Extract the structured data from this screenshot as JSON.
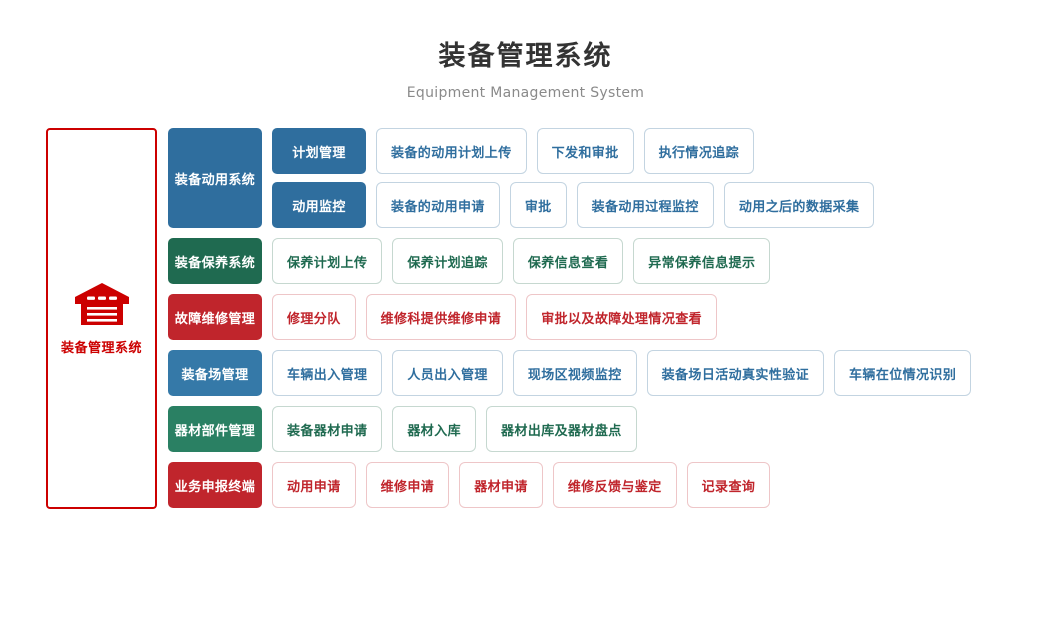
{
  "header": {
    "title_cn": "装备管理系统",
    "title_en": "Equipment Management System"
  },
  "left_panel": {
    "icon": "warehouse-icon",
    "label": "装备管理系统",
    "border_color": "#cc0000",
    "text_color": "#cc0000"
  },
  "colors": {
    "blue_dark": "#2f6e9e",
    "blue_mid": "#3579a8",
    "green_dark": "#1f6a50",
    "green_mid": "#2a8063",
    "red": "#c0252c",
    "outline_blue": "#c3d4e1",
    "outline_green": "#c6d8d0",
    "outline_red": "#eec6c8",
    "title": "#333333",
    "subtitle": "#8a8a8a"
  },
  "rows": [
    {
      "category": "装备动用系统",
      "color": "#2f6e9e",
      "theme": "blue",
      "tall": true,
      "subgroups": [
        {
          "label": "计划管理",
          "color": "#2f6e9e",
          "items": [
            "装备的动用计划上传",
            "下发和审批",
            "执行情况追踪"
          ]
        },
        {
          "label": "动用监控",
          "color": "#2f6e9e",
          "items": [
            "装备的动用申请",
            "审批",
            "装备动用过程监控",
            "动用之后的数据采集"
          ]
        }
      ]
    },
    {
      "category": "装备保养系统",
      "color": "#1f6a50",
      "theme": "green",
      "tall": false,
      "items": [
        "保养计划上传",
        "保养计划追踪",
        "保养信息查看",
        "异常保养信息提示"
      ]
    },
    {
      "category": "故障维修管理",
      "color": "#c0252c",
      "theme": "red",
      "tall": false,
      "items": [
        "修理分队",
        "维修科提供维修申请",
        "审批以及故障处理情况查看"
      ]
    },
    {
      "category": "装备场管理",
      "color": "#3579a8",
      "theme": "blue",
      "tall": false,
      "items": [
        "车辆出入管理",
        "人员出入管理",
        "现场区视频监控",
        "装备场日活动真实性验证",
        "车辆在位情况识别"
      ]
    },
    {
      "category": "器材部件管理",
      "color": "#2a8063",
      "theme": "green",
      "tall": false,
      "items": [
        "装备器材申请",
        "器材入库",
        "器材出库及器材盘点"
      ]
    },
    {
      "category": "业务申报终端",
      "color": "#c0252c",
      "theme": "red",
      "tall": false,
      "items": [
        "动用申请",
        "维修申请",
        "器材申请",
        "维修反馈与鉴定",
        "记录查询"
      ]
    }
  ]
}
